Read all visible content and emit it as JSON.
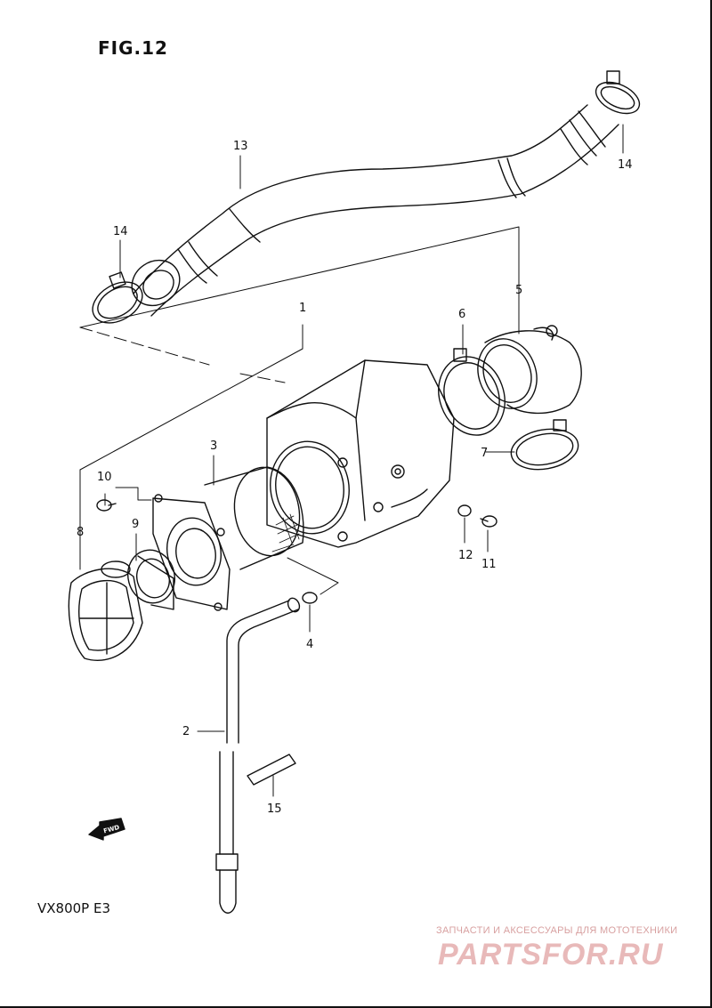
{
  "figure": {
    "title": "FIG.12",
    "model": "VX800P  E3"
  },
  "callouts": {
    "c1": "1",
    "c2": "2",
    "c3": "3",
    "c4": "4",
    "c5": "5",
    "c6": "6",
    "c7": "7",
    "c8": "8",
    "c9": "9",
    "c10": "10",
    "c11": "11",
    "c12": "12",
    "c13": "13",
    "c14a": "14",
    "c14b": "14",
    "c15": "15"
  },
  "fwd_marker": {
    "label": "FWD",
    "icon": "forward-arrow-icon"
  },
  "watermark": {
    "tagline": "ЗАПЧАСТИ И АКСЕССУАРЫ ДЛЯ МОТОТЕХНИКИ",
    "brand": "PARTSFOR.RU",
    "color": "#e8b9b9"
  }
}
